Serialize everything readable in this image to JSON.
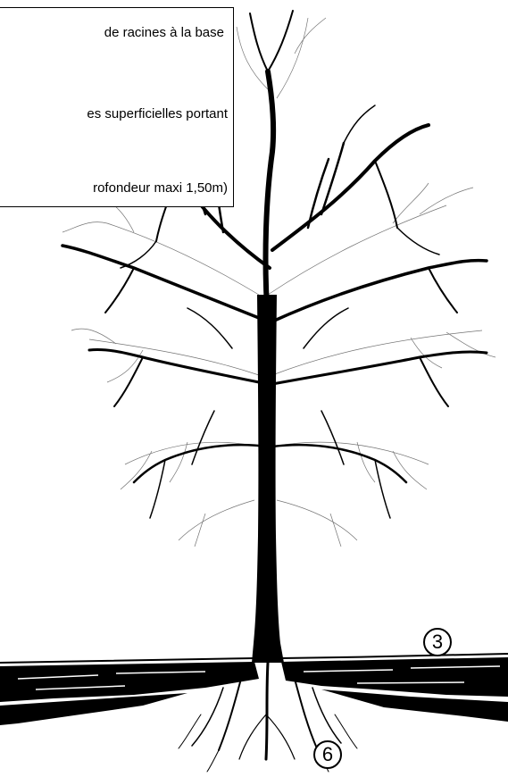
{
  "legend": {
    "line1": "de racines à la base",
    "line2": "es superficielles portant",
    "line3": "rofondeur maxi 1,50m)"
  },
  "markers": {
    "surface_roots": "3",
    "fine_roots": "6"
  },
  "colors": {
    "ink": "#000000",
    "background": "#ffffff"
  }
}
